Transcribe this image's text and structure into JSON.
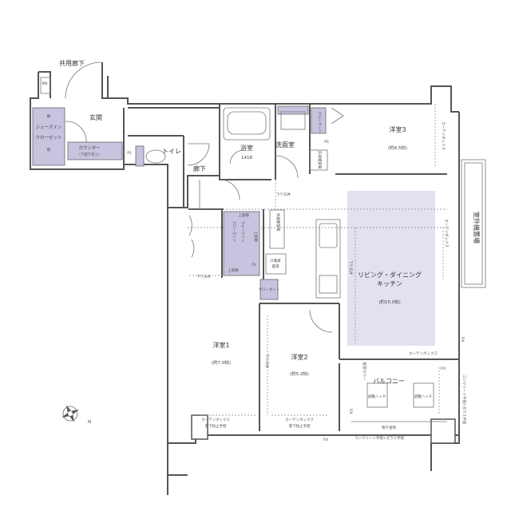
{
  "floor_plan": {
    "common_corridor": "共用廊下",
    "meter_box": "MB",
    "entrance": "玄関",
    "shoes_shelf_top": "棚",
    "shoes_in_closet_1": "シューズイン",
    "shoes_in_closet_2": "クローゼット",
    "shoes_shelf_bottom": "棚",
    "counter_1": "カウンター",
    "counter_2": "（下部下足入）",
    "ps_entrance": "PS",
    "toilet": "トイレ",
    "corridor": "廊下",
    "bath": "浴室",
    "bath_size": "1418",
    "washroom": "洗面室",
    "closet_bedroom3": "クローゼット",
    "ps_wash": "PS",
    "washer_space": "洗濯機置場",
    "bedroom3": "洋室3",
    "bedroom3_size": "(約4.5帖)",
    "lowered_ceiling_hall": "下り天井",
    "outdoor_unit": "室外機置場",
    "wic_top_shelf": "上部棚",
    "wic_1": "ウォークイン",
    "wic_2": "クローゼット",
    "wic_side_shelf": "上部棚",
    "wic_bottom_shelf": "上部棚",
    "ps_wic": "PS",
    "pantry": "食器棚置場",
    "fridge_1": "冷蔵庫",
    "fridge_2": "置場",
    "closet_bedroom2": "クローゼット",
    "lowered_ceiling_b1": "下り天井",
    "lowered_ceiling_ldk": "下り天井",
    "ldk_1": "リビング・ダイニング",
    "ldk_2": "キッチン",
    "ldk_size": "(約15.0帖)",
    "bedroom1": "洋室1",
    "bedroom1_size": "(約7.0帖)",
    "bedroom2": "洋室2",
    "bedroom2_size": "(約5.2帖)",
    "lowered_ceiling_b2": "下り天井",
    "balcony": "バルコニー",
    "pipe_cover": "配管カバー",
    "hatch_1": "避難ハッチ",
    "hatch_2": "避難ハッチ",
    "curtain_box_b1": "カーテンボックス",
    "fall_rail_b1": "落下防止手摺",
    "curtain_box_b2": "カーテンボックス",
    "fall_rail_b2": "落下防止手摺",
    "curtain_box_ldk": "カーテンボックス",
    "curtain_box_b3": "カーテンボックス",
    "curtain_box_ldk_side": "カーテンボックス",
    "fix_bottom": "FIX",
    "fix_balcony": "FIX",
    "fix_side": "FIX",
    "fix_balcony_left": "FIX",
    "laundry_hardware": "物干金物",
    "railing_bottom": "コンクリート手摺+ガラス手摺",
    "railing_side": "コンクリート手摺+ガラス手摺",
    "compass_north": "N"
  },
  "colors": {
    "storage": "#c9c3e0",
    "ldk_highlight": "#e3e1f0",
    "wall": "#555555"
  }
}
